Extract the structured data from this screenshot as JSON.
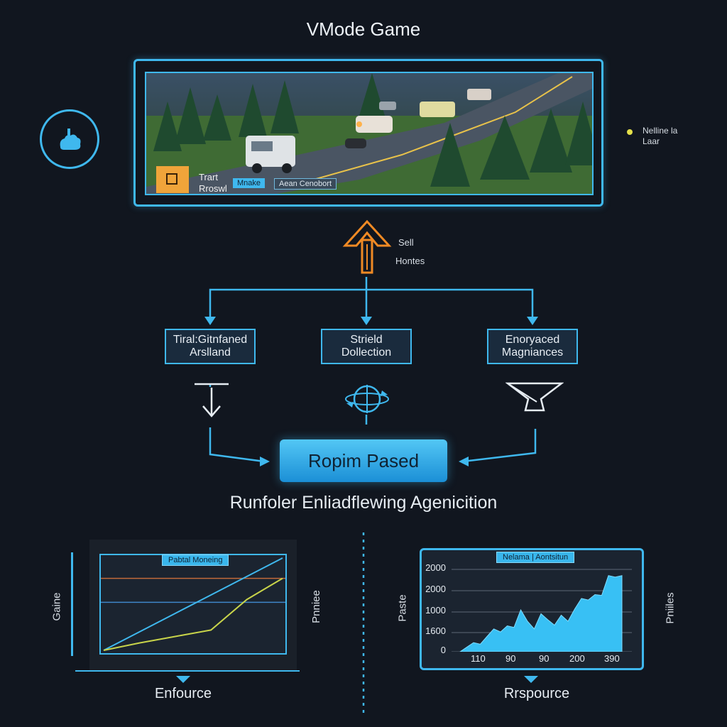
{
  "title": "VMode Game",
  "video": {
    "overlay_line1": "Trart",
    "overlay_line2": "Rroswl",
    "chip_primary": "Mnake",
    "chip_secondary": "Aean Cenobort"
  },
  "side_note": {
    "line1": "Nelline la",
    "line2": "Laar"
  },
  "upload_labels": {
    "line1": "Sell",
    "line2": "Hontes"
  },
  "nodes": [
    {
      "line1": "Tiral:Gitnfaned",
      "line2": "Arslland"
    },
    {
      "line1": "Strield",
      "line2": "Dollection"
    },
    {
      "line1": "Enoryaced",
      "line2": "Magniances"
    }
  ],
  "primary_button": "Ropim Pased",
  "subtitle": "Runfoler Enliadflewing Agenicition",
  "left_chart": {
    "tag": "Pabtal Moneing",
    "y_side_label": "Gaine",
    "right_side_label": "Pnniee",
    "bottom_label": "Enfource"
  },
  "right_chart": {
    "tag": "Nelama | Aontsitun",
    "y_side_label": "Paste",
    "right_side_label": "Pniiles",
    "bottom_label": "Rrspource",
    "y_ticks": [
      "2000",
      "2000",
      "1000",
      "1600",
      "0"
    ],
    "x_ticks": [
      "110",
      "90",
      "90",
      "200",
      "390"
    ]
  },
  "chart_data": [
    {
      "type": "line",
      "title": "Pabtal Moneing",
      "series": [
        {
          "values": [
            0,
            20,
            40,
            60,
            80,
            100
          ],
          "color": "#3fb8ee"
        },
        {
          "values": [
            0,
            8,
            15,
            22,
            55,
            78
          ],
          "color": "#c8d44a"
        }
      ],
      "reference_lines": [
        {
          "y": 78,
          "color": "#c26a3a"
        },
        {
          "y": 52,
          "color": "#3f86c8"
        }
      ],
      "ylim": [
        0,
        100
      ]
    },
    {
      "type": "area",
      "title": "Nelama | Aontsitun",
      "y_tick_labels": [
        "2000",
        "2000",
        "1000",
        "1600",
        "0"
      ],
      "x_tick_labels": [
        "110",
        "90",
        "90",
        "200",
        "390"
      ],
      "values": [
        0,
        6,
        12,
        10,
        20,
        30,
        26,
        34,
        32,
        55,
        40,
        30,
        50,
        42,
        35,
        48,
        40,
        56,
        70,
        68,
        75,
        74,
        100,
        98,
        100
      ],
      "color": "#38c0f4",
      "ylim": [
        0,
        110
      ]
    }
  ]
}
